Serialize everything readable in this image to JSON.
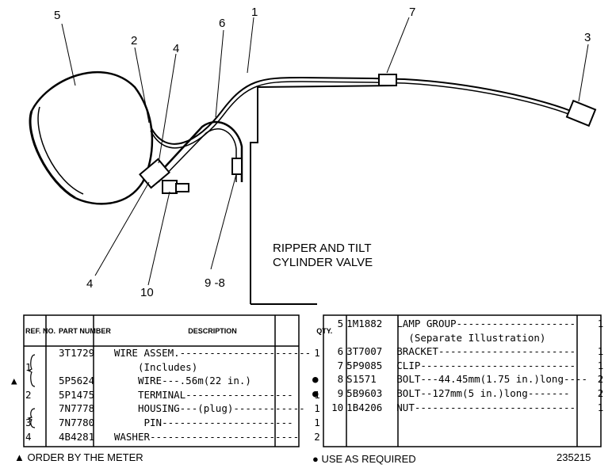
{
  "callouts": {
    "c1": "1",
    "c2": "2",
    "c3": "3",
    "c4top": "4",
    "c5": "5",
    "c6": "6",
    "c7": "7",
    "c4bottom": "4",
    "c10": "10",
    "c98": "9 -8"
  },
  "valve_label": [
    "RIPPER AND TILT",
    "CYLINDER VALVE"
  ],
  "table_left": {
    "headers": [
      "REF. NO.",
      "PART NUMBER",
      "DESCRIPTION",
      "QTY."
    ],
    "rows": [
      {
        "mark": "",
        "ref": "",
        "part": "3T1729",
        "desc": "WIRE ASSEM.----------------------",
        "qty": "1"
      },
      {
        "mark": "",
        "ref": "1",
        "part": "",
        "desc": "    (Includes)",
        "qty": ""
      },
      {
        "mark": "▲",
        "ref": "",
        "part": "5P5624",
        "desc": "    WIRE---.56m(22 in.)",
        "qty": ""
      },
      {
        "mark": "",
        "ref": "2",
        "part": "5P1475",
        "desc": "    TERMINAL------------------",
        "qty": "1"
      },
      {
        "mark": "",
        "ref": "",
        "part": "7N7778",
        "desc": "    HOUSING---(plug)------------",
        "qty": "1"
      },
      {
        "mark": "",
        "ref": "3",
        "part": "7N7780",
        "desc": "     PIN----------------------",
        "qty": "1"
      },
      {
        "mark": "",
        "ref": "4",
        "part": "4B4281",
        "desc": "WASHER-------------------------",
        "qty": "2"
      }
    ]
  },
  "table_right": {
    "rows": [
      {
        "mark": "",
        "ref": "5",
        "part": "1M1882",
        "desc": "LAMP GROUP--------------------",
        "qty": "1"
      },
      {
        "mark": "",
        "ref": "",
        "part": "",
        "desc": "  (Separate Illustration)",
        "qty": ""
      },
      {
        "mark": "",
        "ref": "6",
        "part": "3T7007",
        "desc": "BRACKET-----------------------",
        "qty": "1"
      },
      {
        "mark": "",
        "ref": "7",
        "part": "5P9085",
        "desc": "CLIP--------------------------",
        "qty": "1"
      },
      {
        "mark": "●",
        "ref": "8",
        "part": "S1571",
        "desc": "BOLT---44.45mm(1.75 in.)long----",
        "qty": "2"
      },
      {
        "mark": "●",
        "ref": "9",
        "part": "5B9603",
        "desc": "BOLT--127mm(5 in.)long-------",
        "qty": "2"
      },
      {
        "mark": "",
        "ref": "10",
        "part": "1B4206",
        "desc": "NUT---------------------------",
        "qty": "1"
      }
    ]
  },
  "footer": {
    "order_note": "ORDER BY THE METER",
    "use_note": "USE AS REQUIRED",
    "illustration_no": "235215"
  }
}
